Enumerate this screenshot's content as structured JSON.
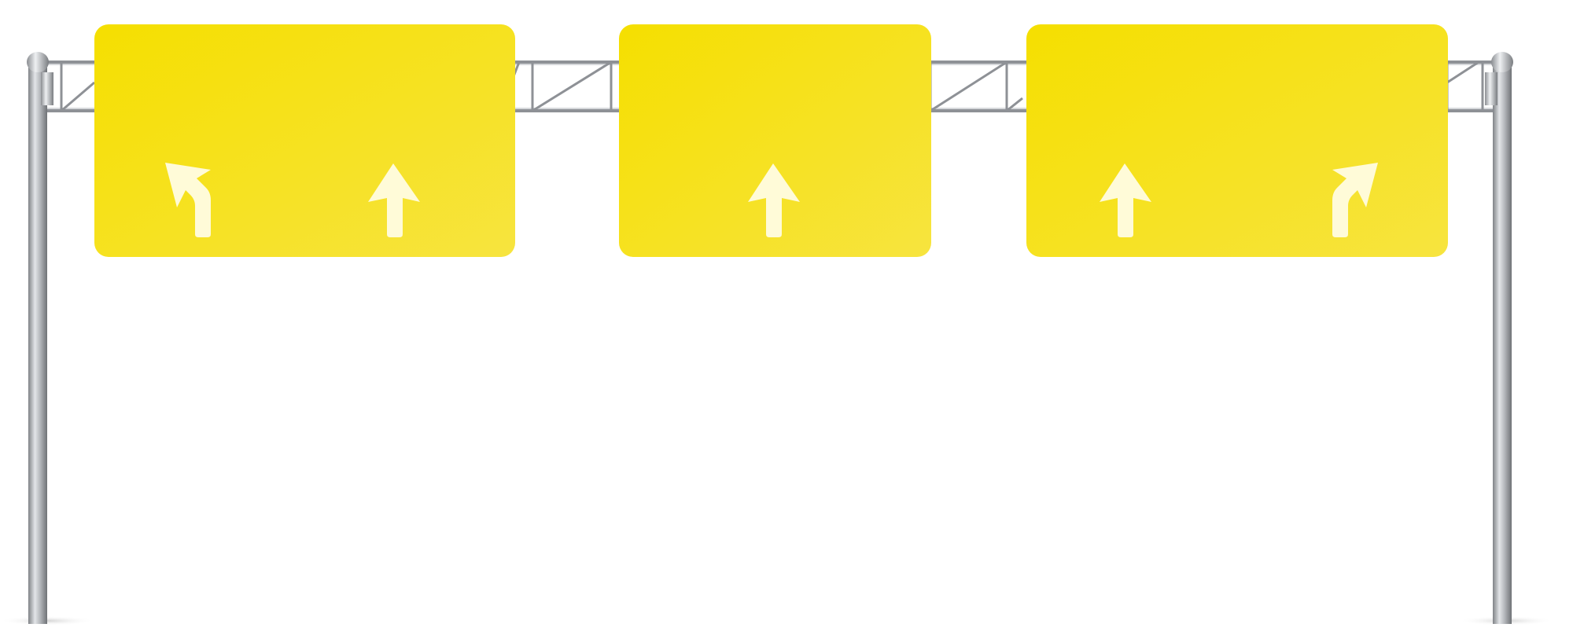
{
  "scene": {
    "description_label": "",
    "colors": {
      "background": "#ffffff",
      "sign_yellow_light": "#f7e43f",
      "sign_yellow_dark": "#f5df00",
      "arrow_fill": "#fffbd8",
      "pole_light": "#d9dbde",
      "pole_dark": "#7f8286",
      "truss": "#8e9196"
    },
    "signs": [
      {
        "name": "left-sign",
        "arrows": [
          "curve-left-arrow-icon",
          "straight-up-arrow-icon"
        ]
      },
      {
        "name": "center-sign",
        "arrows": [
          "straight-up-arrow-icon"
        ]
      },
      {
        "name": "right-sign",
        "arrows": [
          "straight-up-arrow-icon",
          "curve-right-arrow-icon"
        ]
      }
    ]
  }
}
